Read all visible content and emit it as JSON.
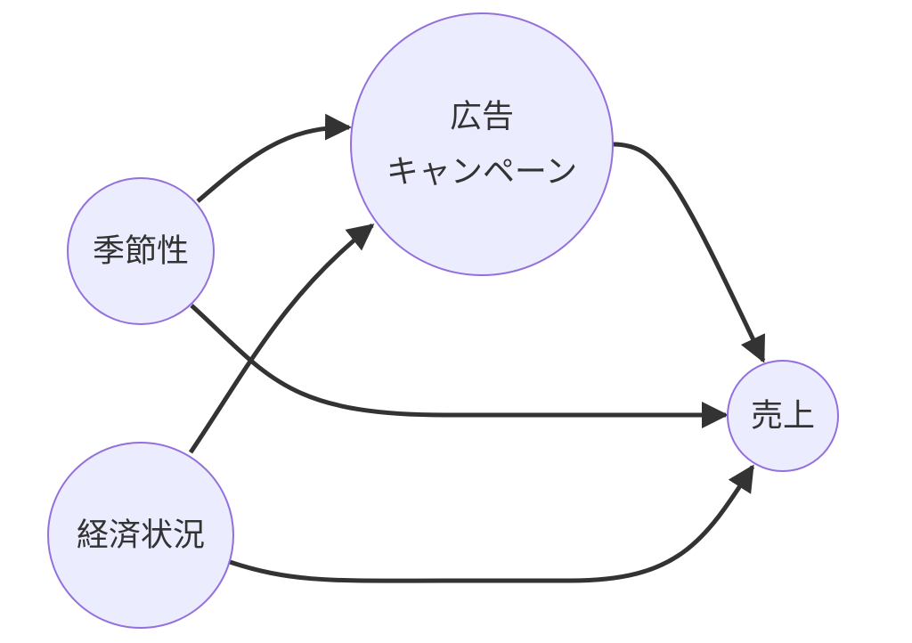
{
  "diagram": {
    "type": "flowchart",
    "direction": "left-to-right",
    "colors": {
      "node_fill": "#ECECFF",
      "node_stroke": "#9370DB",
      "edge": "#333333",
      "text": "#333333",
      "background": "#FFFFFF"
    },
    "nodes": [
      {
        "id": "seasonality",
        "label": "季節性",
        "shape": "circle"
      },
      {
        "id": "economy",
        "label": "経済状況",
        "shape": "circle"
      },
      {
        "id": "campaign",
        "label": "広告\nキャンペーン",
        "label_lines": [
          "広告",
          "キャンペーン"
        ],
        "shape": "circle"
      },
      {
        "id": "sales",
        "label": "売上",
        "shape": "circle"
      }
    ],
    "edges": [
      {
        "from": "seasonality",
        "to": "campaign",
        "arrow": "normal"
      },
      {
        "from": "seasonality",
        "to": "sales",
        "arrow": "normal"
      },
      {
        "from": "economy",
        "to": "campaign",
        "arrow": "normal"
      },
      {
        "from": "economy",
        "to": "sales",
        "arrow": "normal"
      },
      {
        "from": "campaign",
        "to": "sales",
        "arrow": "normal"
      }
    ]
  }
}
